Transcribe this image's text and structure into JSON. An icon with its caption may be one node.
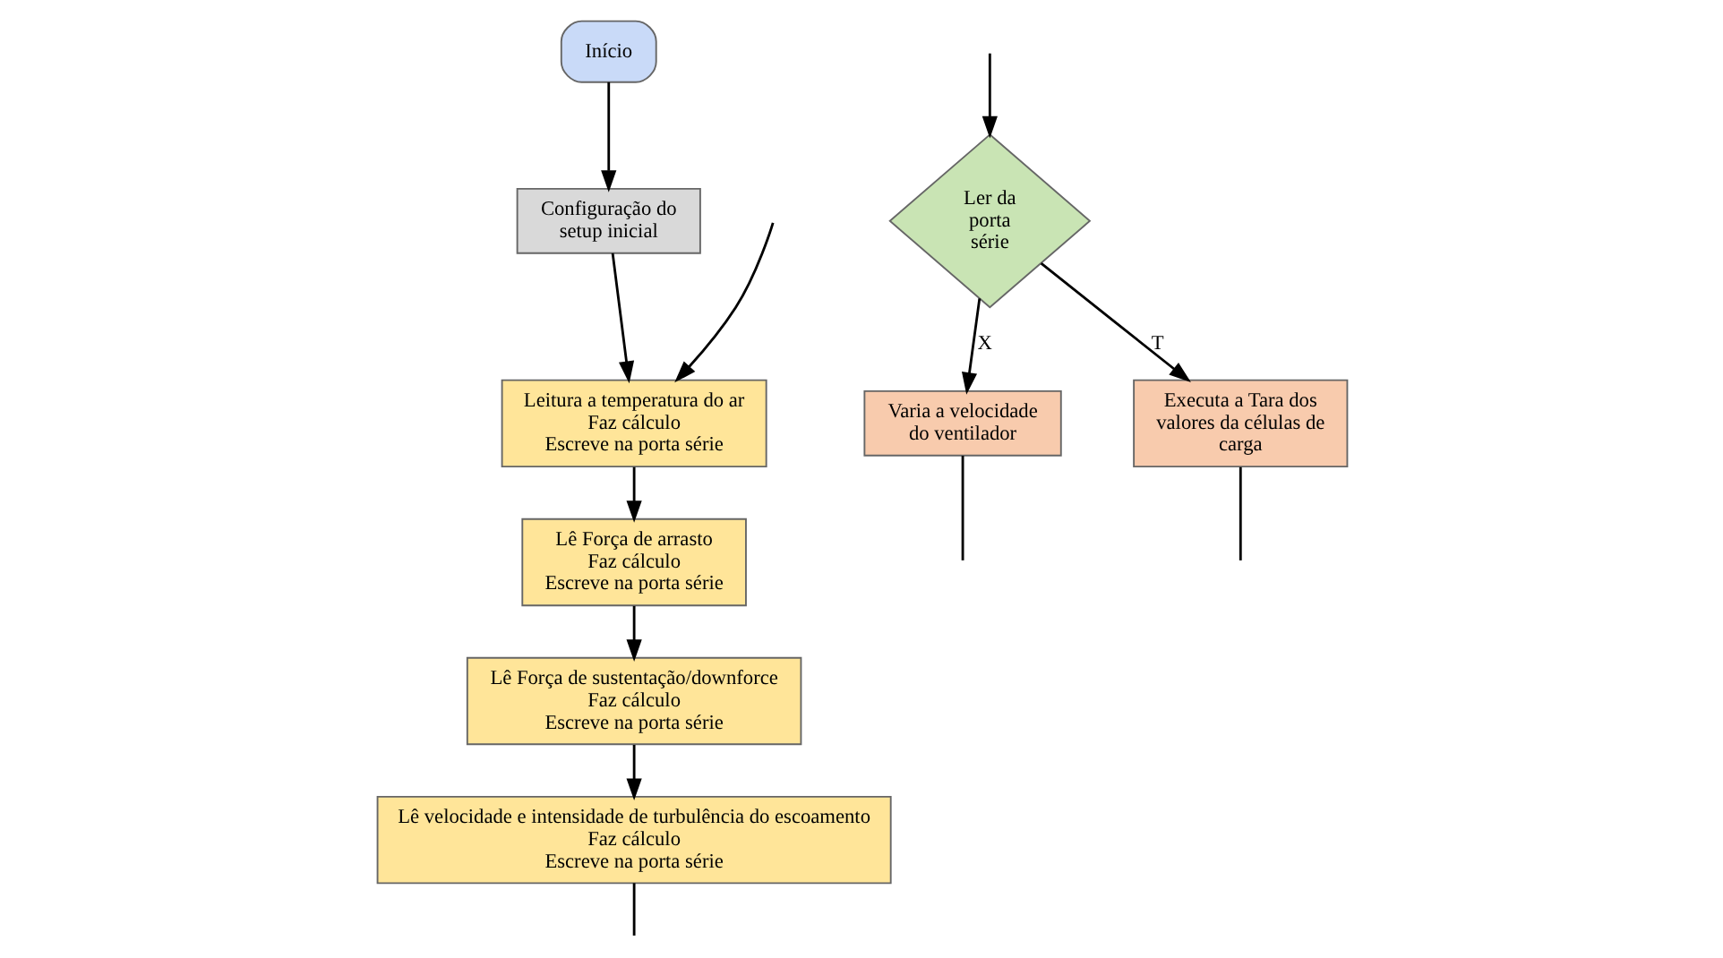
{
  "diagram": {
    "nodes": [
      {
        "text": [
          "Início"
        ]
      },
      {
        "text": [
          "Configuração do setup inicial"
        ]
      },
      {
        "text": [
          "Leitura a temperatura do ar",
          "Faz cálculo",
          "Escreve na porta série"
        ]
      },
      {
        "text": [
          "Lê Força de arrasto",
          "Faz cálculo",
          "Escreve na porta série"
        ]
      },
      {
        "text": [
          "Lê Força de sustentação/downforce",
          "Faz cálculo",
          "Escreve na porta série"
        ]
      },
      {
        "text": [
          "Lê velocidade e intensidade de turbulência do escoamento",
          "Faz cálculo",
          "Escreve na porta série"
        ]
      },
      {
        "text": [
          "Ler da porta série"
        ]
      },
      {
        "text": [
          "Varia a velocidade do ventilador"
        ]
      },
      {
        "text": [
          "Executa a Tara dos valores da células de carga"
        ]
      }
    ],
    "edges": [
      {
        "from": 0,
        "to": 1,
        "arrow": "to"
      },
      {
        "from": 1,
        "to": 2,
        "arrow": "to"
      },
      {
        "from": null,
        "to": 2,
        "arrow": "to"
      },
      {
        "from": 2,
        "to": 3,
        "arrow": "to"
      },
      {
        "from": 3,
        "to": 4,
        "arrow": "to"
      },
      {
        "from": 4,
        "to": 5,
        "arrow": "to"
      },
      {
        "from": 5,
        "to": null,
        "arrow": "none"
      },
      {
        "from": null,
        "to": 6,
        "arrow": "to"
      },
      {
        "from": 6,
        "to": 7,
        "label": "X",
        "arrow": "to"
      },
      {
        "from": 6,
        "to": 8,
        "label": "T",
        "arrow": "to"
      },
      {
        "from": 7,
        "to": null,
        "arrow": "none"
      },
      {
        "from": 8,
        "to": null,
        "arrow": "none"
      }
    ]
  }
}
